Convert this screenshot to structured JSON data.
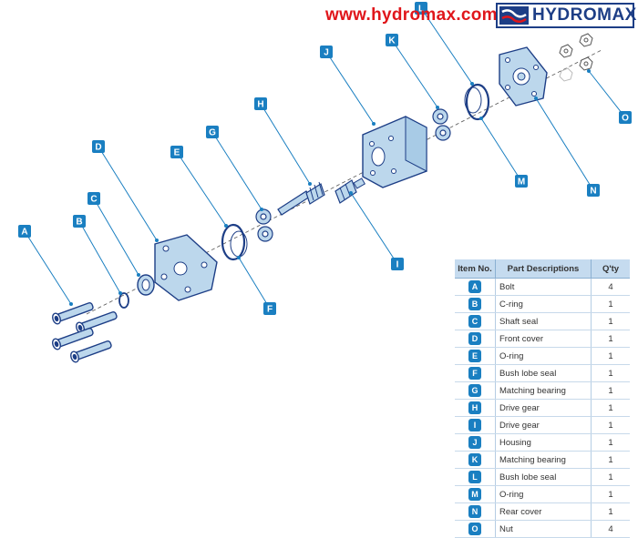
{
  "header": {
    "url": "www.hydromax.com.cn",
    "brand": "HYDROMAX"
  },
  "colors": {
    "part_fill": "#bcd7ec",
    "part_stroke": "#1d3e86",
    "callout": "#1a7fc1",
    "url_red": "#e0161b",
    "table_header": "#c5dbef"
  },
  "callouts": [
    "A",
    "B",
    "C",
    "D",
    "E",
    "F",
    "G",
    "H",
    "I",
    "J",
    "K",
    "L",
    "M",
    "N",
    "O"
  ],
  "table": {
    "headers": [
      "Item No.",
      "Part Descriptions",
      "Q'ty"
    ],
    "rows": [
      {
        "item": "A",
        "desc": "Bolt",
        "qty": "4"
      },
      {
        "item": "B",
        "desc": "C-ring",
        "qty": "1"
      },
      {
        "item": "C",
        "desc": "Shaft seal",
        "qty": "1"
      },
      {
        "item": "D",
        "desc": "Front cover",
        "qty": "1"
      },
      {
        "item": "E",
        "desc": "O-ring",
        "qty": "1"
      },
      {
        "item": "F",
        "desc": "Bush lobe seal",
        "qty": "1"
      },
      {
        "item": "G",
        "desc": "Matching bearing",
        "qty": "1"
      },
      {
        "item": "H",
        "desc": "Drive gear",
        "qty": "1"
      },
      {
        "item": "I",
        "desc": "Drive gear",
        "qty": "1"
      },
      {
        "item": "J",
        "desc": "Housing",
        "qty": "1"
      },
      {
        "item": "K",
        "desc": "Matching bearing",
        "qty": "1"
      },
      {
        "item": "L",
        "desc": "Bush lobe seal",
        "qty": "1"
      },
      {
        "item": "M",
        "desc": "O-ring",
        "qty": "1"
      },
      {
        "item": "N",
        "desc": "Rear cover",
        "qty": "1"
      },
      {
        "item": "O",
        "desc": "Nut",
        "qty": "4"
      }
    ]
  }
}
